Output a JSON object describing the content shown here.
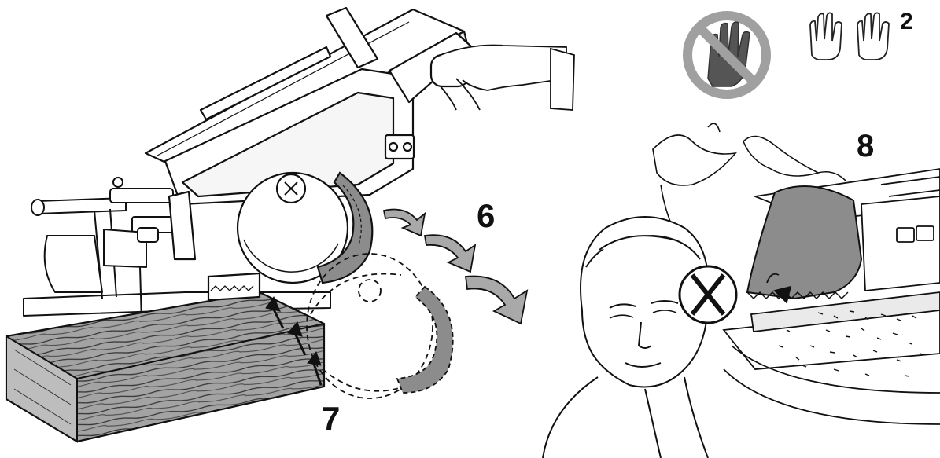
{
  "callouts": {
    "step_6": "6",
    "step_7": "7",
    "step_8": "8",
    "hands_count": "2"
  },
  "icons": {
    "no_gloves": "no-gloves-icon",
    "two_hands": "two-hands-icon",
    "forbidden_cross": "forbidden-cross-icon",
    "direction_arrows": "arrow-icon"
  },
  "colors": {
    "line": "#111111",
    "wood": "#9a9a9a",
    "guard": "#8c8c8c",
    "blade_shade": "#b8b8b8",
    "prohibition_ring": "#a0a0a0"
  }
}
